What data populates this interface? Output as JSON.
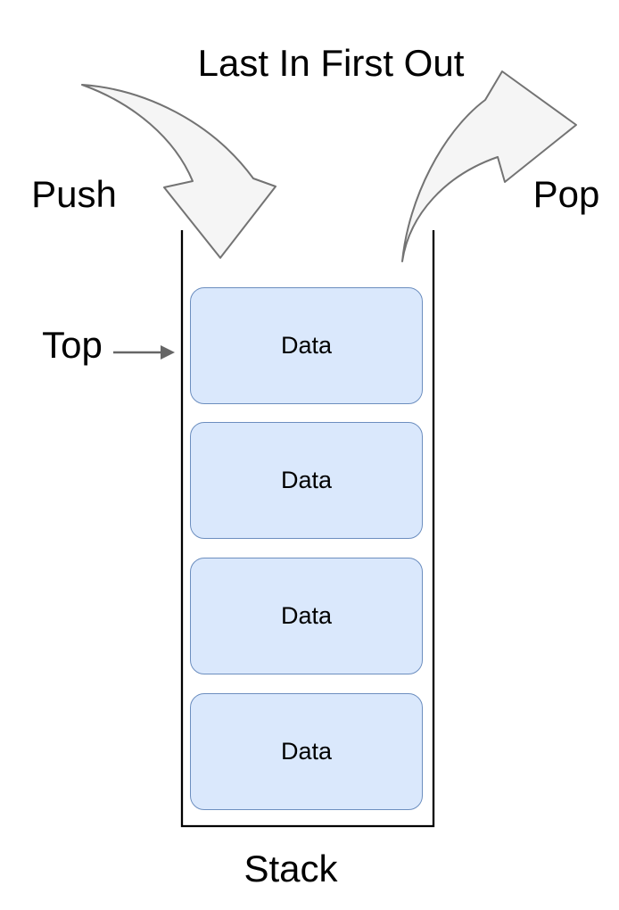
{
  "diagram": {
    "title": "Last In First Out",
    "push_label": "Push",
    "pop_label": "Pop",
    "top_label": "Top",
    "stack_label": "Stack",
    "stack": {
      "items": [
        {
          "label": "Data"
        },
        {
          "label": "Data"
        },
        {
          "label": "Data"
        },
        {
          "label": "Data"
        }
      ]
    },
    "colors": {
      "cell_fill": "#dae8fc",
      "cell_border": "#6c8ebf",
      "arrow_fill": "#f5f5f5",
      "arrow_stroke": "#737373",
      "pointer_arrow": "#666666",
      "container_stroke": "#000000",
      "text": "#000000",
      "background": "#ffffff"
    }
  }
}
